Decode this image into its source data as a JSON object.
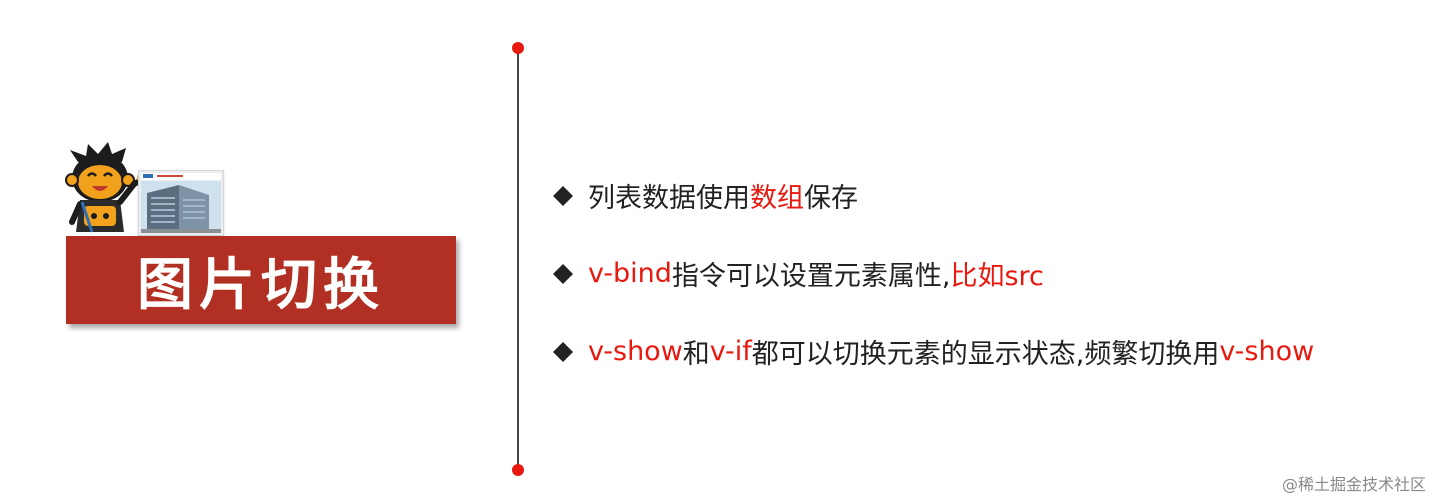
{
  "slide": {
    "title": "图片切换",
    "bullets": [
      {
        "parts": [
          "列表数据使用",
          "数组",
          "保存"
        ]
      },
      {
        "parts": [
          "v-bind",
          "指令可以设置元素属性,",
          "比如src"
        ]
      },
      {
        "parts": [
          "v-show",
          "和",
          "v-if",
          "都可以切换元素的显示状态,频繁切换用",
          "v-show"
        ]
      }
    ],
    "watermark": "@稀土掘金技术社区"
  },
  "colors": {
    "accent_red": "#e8190f",
    "banner_red": "#b22f23",
    "text": "#222222"
  },
  "icons": [
    "mascot-illustration",
    "building-photo",
    "diamond-bullet-icon"
  ]
}
